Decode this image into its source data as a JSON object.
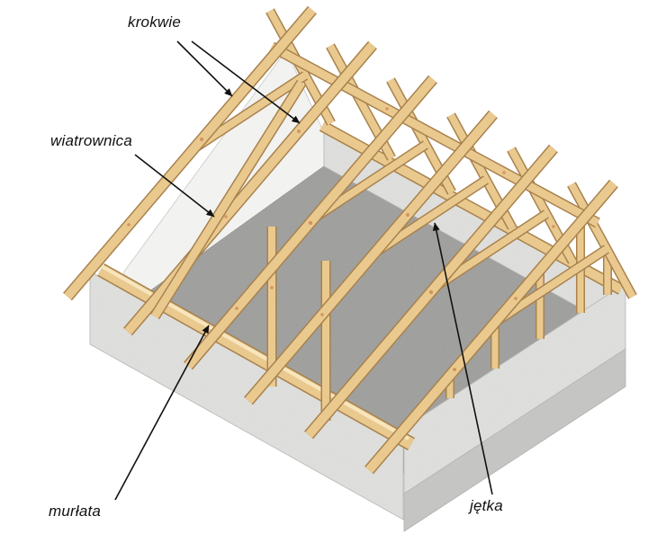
{
  "diagram": {
    "type": "roof-truss-structure-diagram",
    "labels": [
      {
        "text": "krokwie"
      },
      {
        "text": "wiatrownica"
      },
      {
        "text": "murłata"
      },
      {
        "text": "jętka"
      }
    ],
    "colors": {
      "background": "#ffffff",
      "wood": "#eac98f",
      "wood_dark": "#a8824d",
      "wood_light": "#f7e6bd",
      "wood_knot": "#c06a38",
      "concrete_floor": "#9a9a98",
      "concrete_wall": "#e2e2e0",
      "concrete_wall_far": "#f2f2f0",
      "concrete_slab": "#c6c6c4",
      "wall_top": "#f8f8f6",
      "arrow": "#111111",
      "label": "#111111"
    }
  }
}
